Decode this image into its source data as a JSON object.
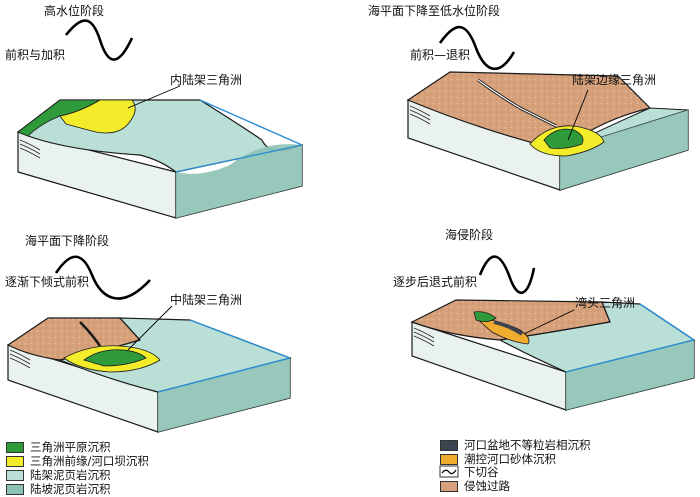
{
  "panels": {
    "highstand": {
      "stage": "高水位阶段",
      "process": "前积与加积",
      "callout": "内陆架三角洲"
    },
    "falling": {
      "stage": "海平面下降阶段",
      "process": "逐渐下倾式前积",
      "callout": "中陆架三角洲"
    },
    "lowstand": {
      "stage": "海平面下降至低水位阶段",
      "process": "前积—退积",
      "callout": "陆架边缘三角洲"
    },
    "transgressive": {
      "stage": "海侵阶段",
      "process": "逐步后退式前积",
      "callout": "湾头三角洲"
    }
  },
  "legend_left": [
    {
      "label": "三角洲平原沉积",
      "color": "#2e9a3a"
    },
    {
      "label": "三角洲前缘/河口坝沉积",
      "color": "#f2ec2a"
    },
    {
      "label": "陆架泥页岩沉积",
      "color": "#b9dfd6"
    },
    {
      "label": "陆坡泥页岩沉积",
      "color": "#8cc2b4"
    }
  ],
  "legend_right": [
    {
      "label": "河口盆地不等粒岩相沉积",
      "color": "#3b4450"
    },
    {
      "label": "潮控河口砂体沉积",
      "color": "#f0ac2e"
    },
    {
      "label": "下切谷",
      "icon": "incised-valley-icon"
    },
    {
      "label": "侵蚀过路",
      "color": "#d6a07a"
    }
  ],
  "colors": {
    "shelf": "#b9dfd6",
    "slope": "#8cc2b4",
    "delta_plain": "#2e9a3a",
    "delta_front": "#f2ec2a",
    "erosion": "#d6a07a",
    "outline": "#1a1a1a",
    "water_edge": "#2b8ed6"
  }
}
